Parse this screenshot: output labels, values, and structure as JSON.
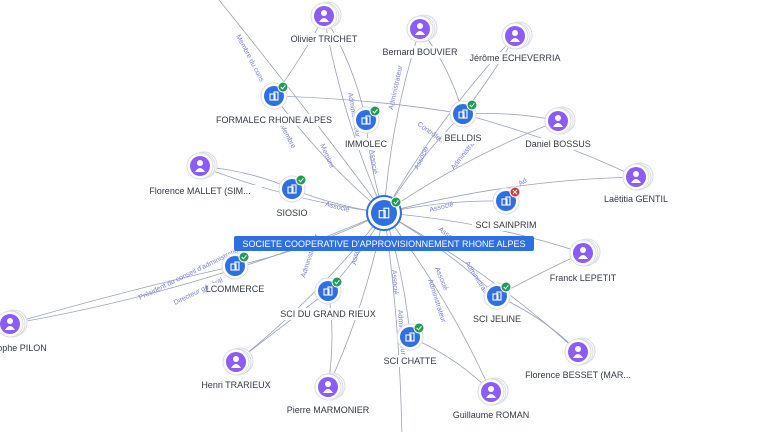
{
  "center": {
    "name": "SOCIETE COOPERATIVE D'APPROVISIONNEMENT RHONE ALPES",
    "status": "ok",
    "icon": "building-icon"
  },
  "nodes": [
    {
      "id": "olivier-trichet",
      "type": "person",
      "label": "Olivier TRICHET"
    },
    {
      "id": "bernard-bouvier",
      "type": "person",
      "label": "Bernard BOUVIER"
    },
    {
      "id": "jerome-echeverria",
      "type": "person",
      "label": "Jérôme ECHEVERRIA"
    },
    {
      "id": "formalec",
      "type": "company",
      "label": "FORMALEC RHONE ALPES",
      "status": "ok"
    },
    {
      "id": "immolec",
      "type": "company",
      "label": "IMMOLEC",
      "status": "ok"
    },
    {
      "id": "belldis",
      "type": "company",
      "label": "BELLDIS",
      "status": "ok"
    },
    {
      "id": "daniel-bossus",
      "type": "person",
      "label": "Daniel BOSSUS"
    },
    {
      "id": "florence-mallet",
      "type": "person",
      "label": "Florence MALLET (SIM..."
    },
    {
      "id": "siosio",
      "type": "company",
      "label": "SIOSIO",
      "status": "ok"
    },
    {
      "id": "sci-sainprim",
      "type": "company",
      "label": "SCI SAINPRIM",
      "status": "bad"
    },
    {
      "id": "laetitia-gentil",
      "type": "person",
      "label": "Laëtitia GENTIL"
    },
    {
      "id": "franck-lepetit",
      "type": "person",
      "label": "Franck LEPETIT"
    },
    {
      "id": "lcommerce",
      "type": "company",
      "label": "LCOMMERCE",
      "status": "ok"
    },
    {
      "id": "sci-grand-rieux",
      "type": "company",
      "label": "SCI DU GRAND RIEUX",
      "status": "ok"
    },
    {
      "id": "sci-jeline",
      "type": "company",
      "label": "SCI JELINE",
      "status": "ok"
    },
    {
      "id": "christophe-pilon",
      "type": "person",
      "label": "ophe PILON"
    },
    {
      "id": "sci-chatte",
      "type": "company",
      "label": "SCI CHATTE",
      "status": "ok"
    },
    {
      "id": "florence-besset",
      "type": "person",
      "label": "Florence BESSET (MAR..."
    },
    {
      "id": "henri-trarieux",
      "type": "person",
      "label": "Henri TRARIEUX"
    },
    {
      "id": "pierre-marmonier",
      "type": "person",
      "label": "Pierre MARMONIER"
    },
    {
      "id": "guillaume-roman",
      "type": "person",
      "label": "Guillaume ROMAN"
    }
  ],
  "edge_labels": [
    "Membre du cons",
    "Membre",
    "Administrateur",
    "Membre",
    "Administrateur",
    "Associé",
    "Contrôleur",
    "Associé",
    "Administrateur",
    "Ad",
    "Associé",
    "Associé",
    "Associé",
    "Associé",
    "Président du conseil d'administration",
    "Directeur général",
    "Administrateur",
    "Associé",
    "Administrateur",
    "Associé",
    "Administrateur",
    "Administrateur"
  ],
  "colors": {
    "person": "#8b5cf6",
    "company": "#2f6fe0",
    "ok_badge": "#1f9d55",
    "bad_badge": "#d93a3a",
    "edge": "#9aa3b5",
    "edge_label": "#7a7fd6"
  }
}
